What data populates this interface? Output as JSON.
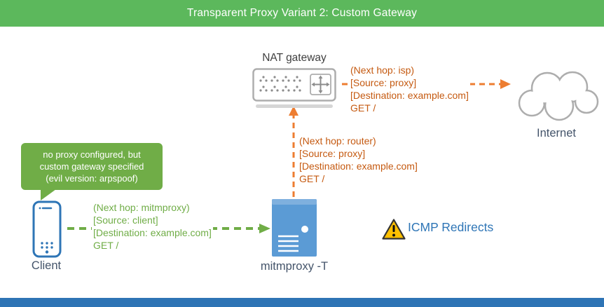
{
  "banner": {
    "title": "Transparent Proxy Variant 2: Custom Gateway"
  },
  "nodes": {
    "nat_gateway": {
      "label": "NAT gateway",
      "icon": "router-icon"
    },
    "internet": {
      "label": "Internet",
      "icon": "cloud-icon"
    },
    "client": {
      "label": "Client",
      "icon": "smartphone-icon"
    },
    "mitmproxy": {
      "label": "mitmproxy -T",
      "icon": "server-icon"
    }
  },
  "callout": {
    "lines": [
      "no proxy configured, but",
      "custom gateway specified",
      "(evil version: arpspoof)"
    ]
  },
  "flows": {
    "client_to_proxy": {
      "lines": [
        "(Next hop: mitmproxy)",
        "[Source: client]",
        "[Destination: example.com]",
        "GET /"
      ]
    },
    "proxy_to_gateway": {
      "lines": [
        "(Next hop: router)",
        "[Source: proxy]",
        "[Destination: example.com]",
        "GET /"
      ]
    },
    "gateway_to_internet": {
      "lines": [
        "(Next hop: isp)",
        "[Source: proxy]",
        "[Destination: example.com]",
        "GET /"
      ]
    }
  },
  "warning": {
    "label": "ICMP Redirects",
    "icon": "warning-triangle-icon"
  },
  "colors": {
    "banner_green": "#5CB85C",
    "footer_blue": "#2E74B5",
    "arrow_green": "#70AD47",
    "arrow_orange": "#ED7D31",
    "text_green": "#70AD47",
    "text_orange": "#C55A11",
    "node_label_blue": "#44546A",
    "server_blue": "#5B9BD5",
    "phone_blue": "#2E75B6",
    "warning_label_blue": "#2E75B6",
    "warning_yellow": "#FFC000",
    "callout_green": "#70AD47",
    "gateway_gray": "#ADADAD"
  }
}
